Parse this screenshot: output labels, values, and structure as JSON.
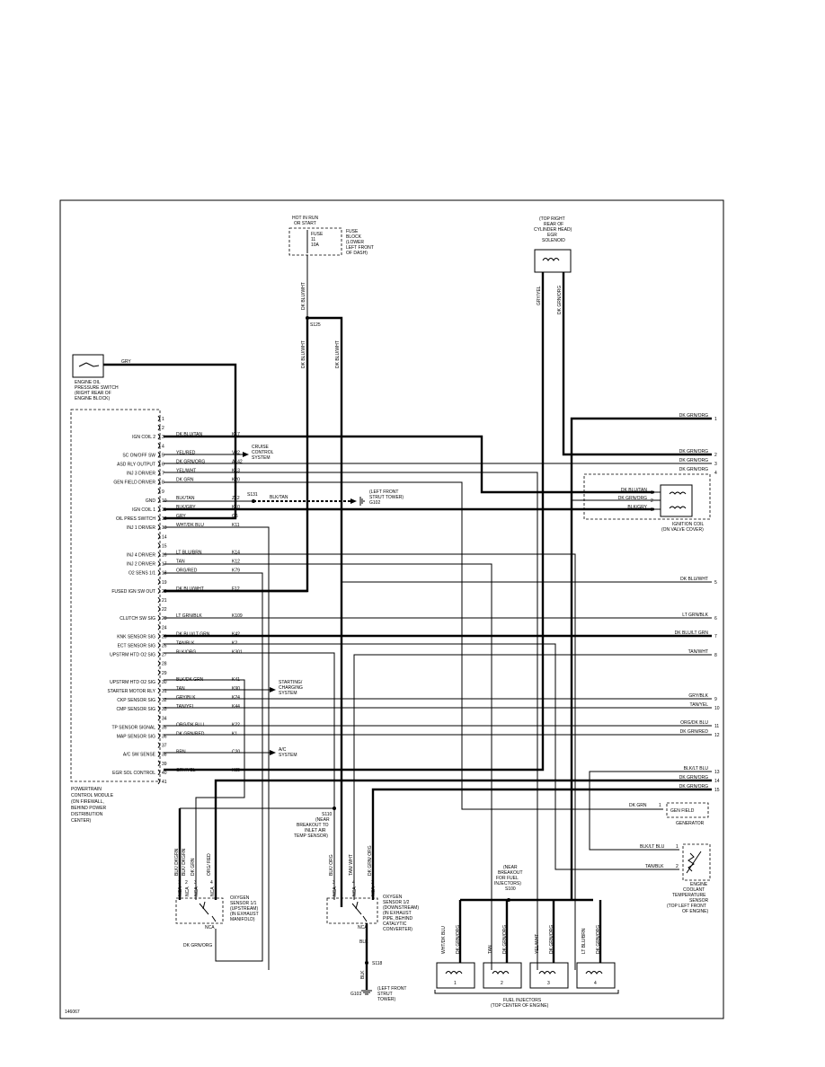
{
  "figure_id": "146067",
  "pcm": {
    "title": "POWERTRAIN CONTROL MODULE (ON FIREWALL, BEHIND POWER DISTRIBUTION CENTER)",
    "pins": [
      {
        "n": "1",
        "func": "",
        "wire": "",
        "ckt": ""
      },
      {
        "n": "2",
        "func": "",
        "wire": "",
        "ckt": ""
      },
      {
        "n": "3",
        "func": "IGN COIL 2",
        "wire": "DK BLU/TAN",
        "ckt": "K17"
      },
      {
        "n": "4",
        "func": "",
        "wire": "",
        "ckt": ""
      },
      {
        "n": "5",
        "func": "SC ON/OFF SW",
        "wire": "YEL/RED",
        "ckt": "V32"
      },
      {
        "n": "6",
        "func": "ASD RLY OUTPUT",
        "wire": "DK GRN/ORG",
        "ckt": "A142"
      },
      {
        "n": "7",
        "func": "INJ 3 DRIVER",
        "wire": "YEL/WHT",
        "ckt": "K13"
      },
      {
        "n": "8",
        "func": "GEN FIELD DRIVER",
        "wire": "DK GRN",
        "ckt": "K20"
      },
      {
        "n": "9",
        "func": "",
        "wire": "",
        "ckt": ""
      },
      {
        "n": "10",
        "func": "GND",
        "wire": "BLK/TAN",
        "ckt": "Z12"
      },
      {
        "n": "11",
        "func": "IGN COIL 1",
        "wire": "BLK/GRY",
        "ckt": "K10"
      },
      {
        "n": "12",
        "func": "OIL PRES SWITCH",
        "wire": "GRY",
        "ckt": "G6"
      },
      {
        "n": "13",
        "func": "INJ 1 DRIVER",
        "wire": "WHT/DK BLU",
        "ckt": "K11"
      },
      {
        "n": "14",
        "func": "",
        "wire": "",
        "ckt": ""
      },
      {
        "n": "15",
        "func": "",
        "wire": "",
        "ckt": ""
      },
      {
        "n": "16",
        "func": "INJ 4 DRIVER",
        "wire": "LT BLU/BRN",
        "ckt": "K14"
      },
      {
        "n": "17",
        "func": "INJ 2 DRIVER",
        "wire": "TAN",
        "ckt": "K12"
      },
      {
        "n": "18",
        "func": "O2 SENS 1/1",
        "wire": "ORG/RED",
        "ckt": "K79"
      },
      {
        "n": "19",
        "func": "",
        "wire": "",
        "ckt": ""
      },
      {
        "n": "20",
        "func": "FUSED IGN SW OUT",
        "wire": "DK BLU/WHT",
        "ckt": "F12"
      },
      {
        "n": "21",
        "func": "",
        "wire": "",
        "ckt": ""
      },
      {
        "n": "22",
        "func": "",
        "wire": "",
        "ckt": ""
      },
      {
        "n": "23",
        "func": "CLUTCH SW SIG",
        "wire": "LT GRN/BLK",
        "ckt": "K109"
      },
      {
        "n": "24",
        "func": "",
        "wire": "",
        "ckt": ""
      },
      {
        "n": "25",
        "func": "KNK SENSOR SIG",
        "wire": "DK BLU/LT GRN",
        "ckt": "K42"
      },
      {
        "n": "26",
        "func": "ECT SENSOR SIG",
        "wire": "TAN/BLK",
        "ckt": "K2"
      },
      {
        "n": "27",
        "func": "UPSTRM HTD O2 SIG",
        "wire": "BLK/ORG",
        "ckt": "K301"
      },
      {
        "n": "28",
        "func": "",
        "wire": "",
        "ckt": ""
      },
      {
        "n": "29",
        "func": "",
        "wire": "",
        "ckt": ""
      },
      {
        "n": "30",
        "func": "UPSTRM HTD O2 SIG",
        "wire": "BLK/DK GRN",
        "ckt": "K41"
      },
      {
        "n": "31",
        "func": "STARTER MOTOR RLY",
        "wire": "TAN",
        "ckt": "K90"
      },
      {
        "n": "32",
        "func": "CKP SENSOR SIG",
        "wire": "GRY/BLK",
        "ckt": "K24"
      },
      {
        "n": "33",
        "func": "CMP SENSOR SIG",
        "wire": "TAN/YEL",
        "ckt": "K44"
      },
      {
        "n": "34",
        "func": "",
        "wire": "",
        "ckt": ""
      },
      {
        "n": "35",
        "func": "TP SENSOR SIGNAL",
        "wire": "ORG/DK BLU",
        "ckt": "K22"
      },
      {
        "n": "36",
        "func": "MAP SENSOR SIG",
        "wire": "DK GRN/RED",
        "ckt": "K1"
      },
      {
        "n": "37",
        "func": "",
        "wire": "",
        "ckt": ""
      },
      {
        "n": "38",
        "func": "A/C SW SENSE",
        "wire": "BRN",
        "ckt": "C20"
      },
      {
        "n": "39",
        "func": "",
        "wire": "",
        "ckt": ""
      },
      {
        "n": "40",
        "func": "EGR SOL CONTROL",
        "wire": "GRY/YEL",
        "ckt": "K35"
      },
      {
        "n": "41",
        "func": "",
        "wire": "",
        "ckt": ""
      }
    ]
  },
  "right_connector": [
    {
      "n": "1",
      "wire": "DK GRN/ORG"
    },
    {
      "n": "2",
      "wire": "DK GRN/ORG"
    },
    {
      "n": "3",
      "wire": "DK GRN/ORG"
    },
    {
      "n": "4",
      "wire": "DK GRN/ORG"
    },
    {
      "n": "5",
      "wire": "DK BLU/WHT"
    },
    {
      "n": "6",
      "wire": "LT GRN/BLK"
    },
    {
      "n": "7",
      "wire": "DK BLU/LT GRN"
    },
    {
      "n": "8",
      "wire": "TAN/WHT"
    },
    {
      "n": "9",
      "wire": "GRY/BLK"
    },
    {
      "n": "10",
      "wire": "TAN/YEL"
    },
    {
      "n": "11",
      "wire": "ORG/DK BLU"
    },
    {
      "n": "12",
      "wire": "DK GRN/RED"
    },
    {
      "n": "13",
      "wire": "BLK/LT BLU"
    },
    {
      "n": "14",
      "wire": "DK GRN/ORG"
    },
    {
      "n": "15",
      "wire": "DK GRN/ORG"
    }
  ],
  "fuse": {
    "hot": "HOT IN RUN OR START",
    "label": "FUSE 11 10A",
    "block": "FUSE BLOCK (LOWER LEFT FRONT OF DASH)",
    "splice": "S125",
    "wire": "DK BLU/WHT"
  },
  "egr": {
    "title": "(TOP RIGHT REAR OF CYLINDER HEAD) EGR SOLENOID",
    "pin1_wire": "DK GRN/ORG",
    "pin2_wire": "GRY/YEL"
  },
  "oil_switch": {
    "label": "ENGINE OIL PRESSURE SWITCH (RIGHT REAR OF ENGINE BLOCK)",
    "wire": "GRY"
  },
  "cruise": "CRUISE CONTROL SYSTEM",
  "starter": "STARTING/ CHARGING SYSTEM",
  "ac": "A/C SYSTEM",
  "ground_top": {
    "splice": "S131",
    "wire": "BLK/TAN",
    "label": "(LEFT FRONT STRUT TOWER) G102"
  },
  "ignition_coil": {
    "label": "IGNITION COIL (ON VALVE COVER)",
    "pins": [
      {
        "n": "1",
        "wire": "DK BLU/TAN"
      },
      {
        "n": "2",
        "wire": "DK GRN/ORG"
      },
      {
        "n": "3",
        "wire": "BLK/GRY"
      }
    ]
  },
  "generator": {
    "label": "GEN FIELD",
    "sub": "GENERATOR",
    "wire": "DK GRN",
    "pin": "1"
  },
  "ect": {
    "label": "ENGINE COOLANT TEMPERATURE SENSOR (TOP LEFT FRONT OF ENGINE)",
    "pin1": "BLK/LT BLU",
    "pin2": "TAN/BLK"
  },
  "s110": "S110 (NEAR BREAKOUT TO INLET AIR TEMP SENSOR)",
  "o2_up": {
    "label": "OXYGEN SENSOR 1/1 (UPSTREAM) (IN EXHAUST MANIFOLD)",
    "wires": [
      "BLK/ DKGRN",
      "BLK/ DKGRN",
      "DK GRN",
      "ORG/ RED"
    ],
    "pins": [
      "1",
      "2",
      "3",
      "4"
    ],
    "nca": "NCA",
    "bottom_wire": "DK GRN/ORG"
  },
  "o2_down": {
    "label": "OXYGEN SENSOR 1/2 (DOWNSTREAM) (IN EXHAUST PIPE, BEHIND CATALYTIC CONVERTER)",
    "wires": [
      "BLK/ ORG",
      "TAN/ WHT",
      "DK GRN/ ORG"
    ],
    "pins": [
      "3",
      "4",
      "2"
    ],
    "nca": "NCA",
    "bottom_wire": "BLK"
  },
  "ground_bottom": {
    "splice": "S118",
    "wire": "BLK",
    "label": "G103 (LEFT FRONT STRUT TOWER)"
  },
  "s100": "(NEAR BREAKOUT FOR FUEL INJECTORS) S100",
  "injectors": {
    "label": "FUEL INJECTORS (TOP CENTER OF ENGINE)",
    "items": [
      {
        "num": "1",
        "w1": "WHT/DK BLU",
        "w2": "DK GRN/ORG"
      },
      {
        "num": "2",
        "w1": "TAN",
        "w2": "DK GRN/ORG"
      },
      {
        "num": "3",
        "w1": "YEL/WHT",
        "w2": "DK GRN/ORG"
      },
      {
        "num": "4",
        "w1": "LT BLU/BRN",
        "w2": "DK GRN/ORG"
      }
    ]
  }
}
